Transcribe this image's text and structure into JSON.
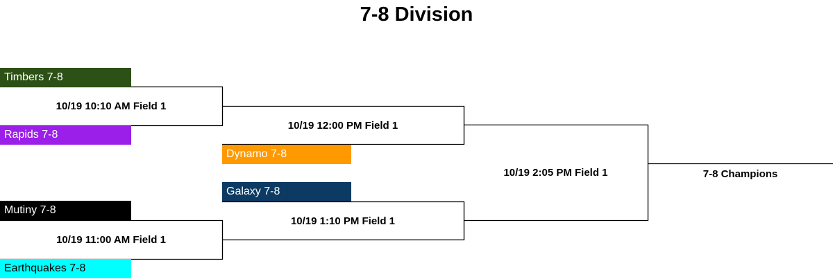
{
  "title": "7-8 Division",
  "teams": {
    "timbers": {
      "name": "Timbers 7-8",
      "color": "#2d5016"
    },
    "rapids": {
      "name": "Rapids 7-8",
      "color": "#9b1fe8"
    },
    "dynamo": {
      "name": "Dynamo 7-8",
      "color": "#ff9900"
    },
    "galaxy": {
      "name": "Galaxy 7-8",
      "color": "#0d3a62"
    },
    "mutiny": {
      "name": "Mutiny 7-8",
      "color": "#000000"
    },
    "earthquakes": {
      "name": "Earthquakes 7-8",
      "color": "#00ffff"
    }
  },
  "games": {
    "g1": "10/19 10:10 AM Field 1",
    "g2": "10/19 11:00 AM Field 1",
    "g3": "10/19 12:00 PM Field 1",
    "g4": "10/19 1:10 PM Field 1",
    "g5": "10/19 2:05 PM Field 1"
  },
  "champion": "7-8 Champions"
}
